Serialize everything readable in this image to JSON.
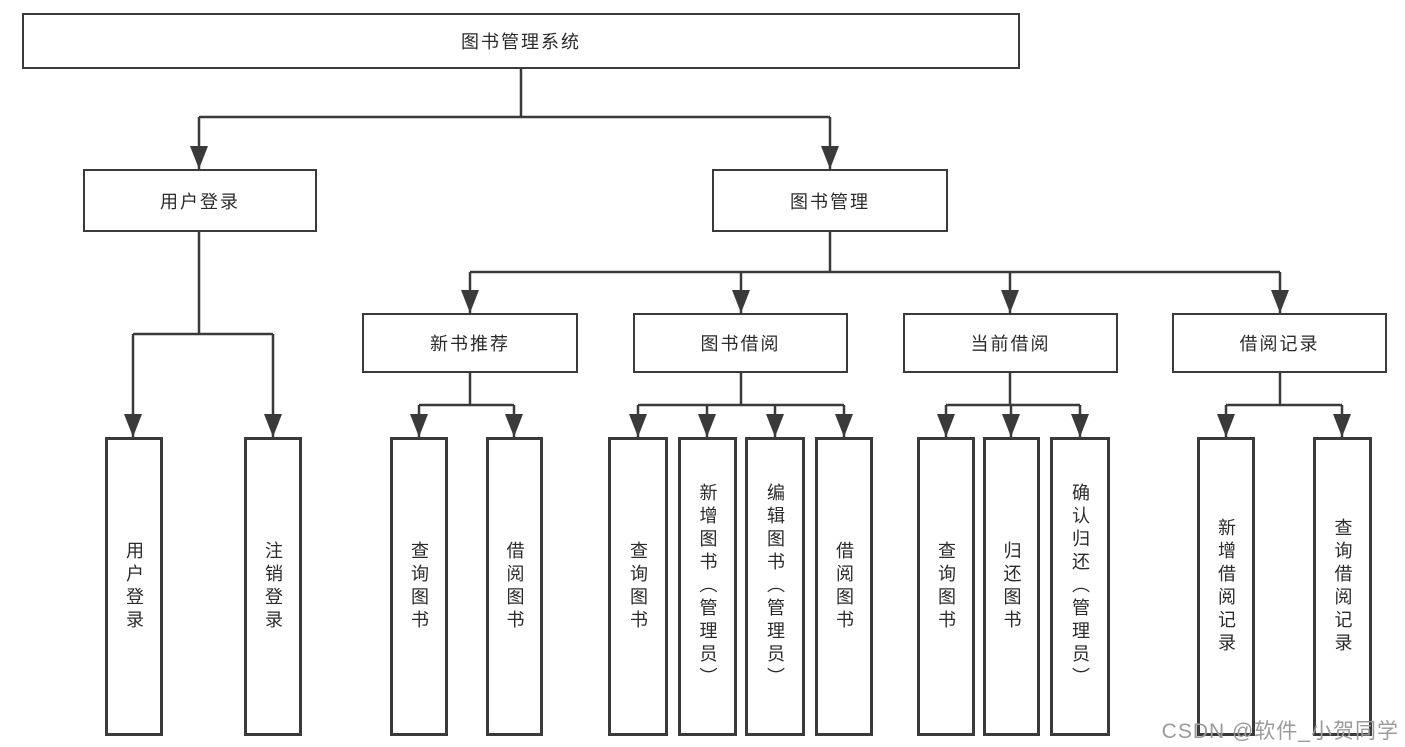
{
  "tree": {
    "label": "图书管理系统",
    "children": [
      {
        "label": "用户登录",
        "children": [
          {
            "label": "用户登录"
          },
          {
            "label": "注销登录"
          }
        ]
      },
      {
        "label": "图书管理",
        "children": [
          {
            "label": "新书推荐",
            "children": [
              {
                "label": "查询图书"
              },
              {
                "label": "借阅图书"
              }
            ]
          },
          {
            "label": "图书借阅",
            "children": [
              {
                "label": "查询图书"
              },
              {
                "label": "新增图书（管理员）"
              },
              {
                "label": "编辑图书（管理员）"
              },
              {
                "label": "借阅图书"
              }
            ]
          },
          {
            "label": "当前借阅",
            "children": [
              {
                "label": "查询图书"
              },
              {
                "label": "归还图书"
              },
              {
                "label": "确认归还（管理员）"
              }
            ]
          },
          {
            "label": "借阅记录",
            "children": [
              {
                "label": "新增借阅记录"
              },
              {
                "label": "查询借阅记录"
              }
            ]
          }
        ]
      }
    ]
  },
  "watermark": {
    "text": "CSDN @软件_小贺同学"
  },
  "colors": {
    "line": "#3a3a3a",
    "box_border": "#3a3a3a",
    "text": "#2b2b2b",
    "watermark": "#9b9b9b",
    "background": "#ffffff"
  }
}
